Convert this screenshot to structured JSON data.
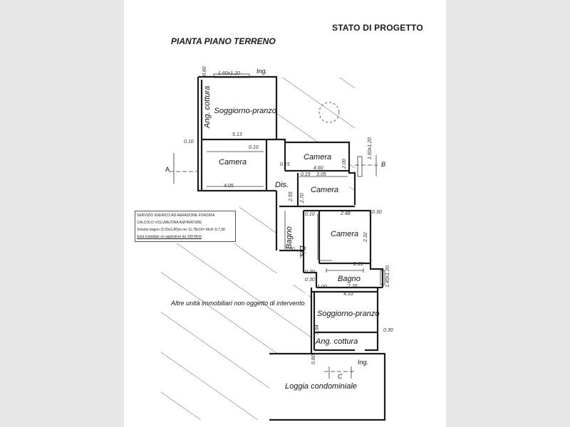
{
  "header": {
    "sheet_title": "STATO DI PROGETTO",
    "plan_title": "PIANTA PIANO TERRENO"
  },
  "rooms": {
    "ang_cottura_top": "Ang. cottura",
    "soggiorno_top": "Soggiorno-pranzo",
    "camera_1": "Camera",
    "camera_2": "Camera",
    "camera_3": "Camera",
    "camera_4": "Camera",
    "dis_1": "Dis.",
    "dis_2": "Dis.",
    "bagno_1": "Bagno",
    "bagno_2": "Bagno",
    "soggiorno_bottom": "Soggiorno-pranzo",
    "ang_cottura_bottom": "Ang. cottura",
    "loggia": "Loggia condominiale",
    "ing_top": "Ing.",
    "ing_bottom": "Ing."
  },
  "annotations": {
    "other_units": "Altre unità immobiliari non oggetto di intervento",
    "section_a": "A",
    "section_b": "B",
    "section_c": "C"
  },
  "note_box": {
    "line1": "SERVIZIO IGIENICO AD AERAZIONE FORZATA",
    "line2": "CALCOLO VOLUME/ORA ASPIRATORE",
    "line3": "Volume bagno (3,93x2,80)m mc 11,78x10= Mc/h 117,90",
    "line4": "Sarà installato un aspiratore da 150 Mc/h"
  },
  "dimensions": {
    "d1": "1.60x1.20",
    "d2": "0.80",
    "d3": "5.13",
    "d4": "0.10",
    "d5": "4.05",
    "d6": "0.10",
    "d7": "0.15",
    "d8": "4.60",
    "d9": "2.00",
    "d10": "0.15",
    "d11": "3.05",
    "d12": "2.70",
    "d13": "2.55",
    "d14": "2.48",
    "d15": "0.30",
    "d16": "0.10",
    "d17": "1.50",
    "d18": "2.61",
    "d19": "2.26",
    "d20": "4.33",
    "d21": "0.30",
    "d22": "0.20",
    "d23": "0.30",
    "d24": "1.60x1.20",
    "d25": "1.40x1.20",
    "d26": "2.32",
    "d27": "3.94",
    "d28": "1.00",
    "d29": "0.80"
  },
  "colors": {
    "wall": "#1c1c1c",
    "hatch": "#3a3a3a",
    "sheet": "#ffffff",
    "background": "#e7e7e7"
  }
}
